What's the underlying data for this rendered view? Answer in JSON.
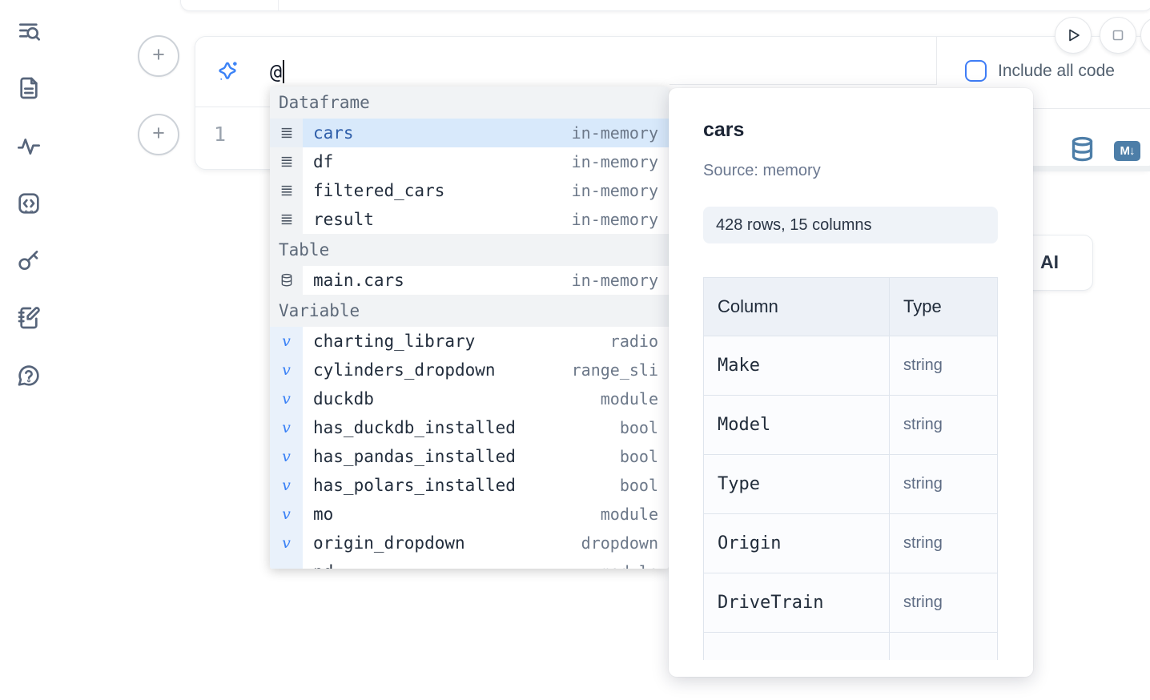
{
  "sidebar": {
    "items": [
      {
        "icon": "list-search-icon"
      },
      {
        "icon": "file-text-icon"
      },
      {
        "icon": "activity-icon"
      },
      {
        "icon": "code-block-icon"
      },
      {
        "icon": "key-icon"
      },
      {
        "icon": "notebook-pen-icon"
      },
      {
        "icon": "help-circle-icon"
      }
    ]
  },
  "controls": {
    "add_cell_label": "+",
    "include_all_code_label": "Include all code"
  },
  "prompt": {
    "value": "@"
  },
  "editor": {
    "line_number": "1"
  },
  "cell_toolbar": {
    "markdown_badge": "M↓"
  },
  "ai_button": {
    "label": "AI"
  },
  "autocomplete": {
    "sections": [
      {
        "label": "Dataframe",
        "items": [
          {
            "icon": "dataframe-icon",
            "name": "cars",
            "type": "in-memory",
            "selected": true
          },
          {
            "icon": "dataframe-icon",
            "name": "df",
            "type": "in-memory"
          },
          {
            "icon": "dataframe-icon",
            "name": "filtered_cars",
            "type": "in-memory"
          },
          {
            "icon": "dataframe-icon",
            "name": "result",
            "type": "in-memory"
          }
        ]
      },
      {
        "label": "Table",
        "items": [
          {
            "icon": "table-icon",
            "name": "main.cars",
            "type": "in-memory"
          }
        ]
      },
      {
        "label": "Variable",
        "items": [
          {
            "icon": "variable-icon",
            "name": "charting_library",
            "type": "radio"
          },
          {
            "icon": "variable-icon",
            "name": "cylinders_dropdown",
            "type": "range_sli"
          },
          {
            "icon": "variable-icon",
            "name": "duckdb",
            "type": "module"
          },
          {
            "icon": "variable-icon",
            "name": "has_duckdb_installed",
            "type": "bool"
          },
          {
            "icon": "variable-icon",
            "name": "has_pandas_installed",
            "type": "bool"
          },
          {
            "icon": "variable-icon",
            "name": "has_polars_installed",
            "type": "bool"
          },
          {
            "icon": "variable-icon",
            "name": "mo",
            "type": "module"
          },
          {
            "icon": "variable-icon",
            "name": "origin_dropdown",
            "type": "dropdown"
          },
          {
            "icon": "variable-icon",
            "name": "pd",
            "type": "module",
            "clipped": true
          }
        ]
      }
    ]
  },
  "preview": {
    "title": "cars",
    "source_label": "Source: memory",
    "shape_label": "428 rows, 15 columns",
    "table": {
      "headers": [
        "Column",
        "Type"
      ],
      "rows": [
        [
          "Make",
          "string"
        ],
        [
          "Model",
          "string"
        ],
        [
          "Type",
          "string"
        ],
        [
          "Origin",
          "string"
        ],
        [
          "DriveTrain",
          "string"
        ]
      ]
    }
  },
  "colors": {
    "accent": "#3b82f6",
    "steel_blue": "#4d7ea8",
    "selection_bg": "#d8e9fb"
  }
}
